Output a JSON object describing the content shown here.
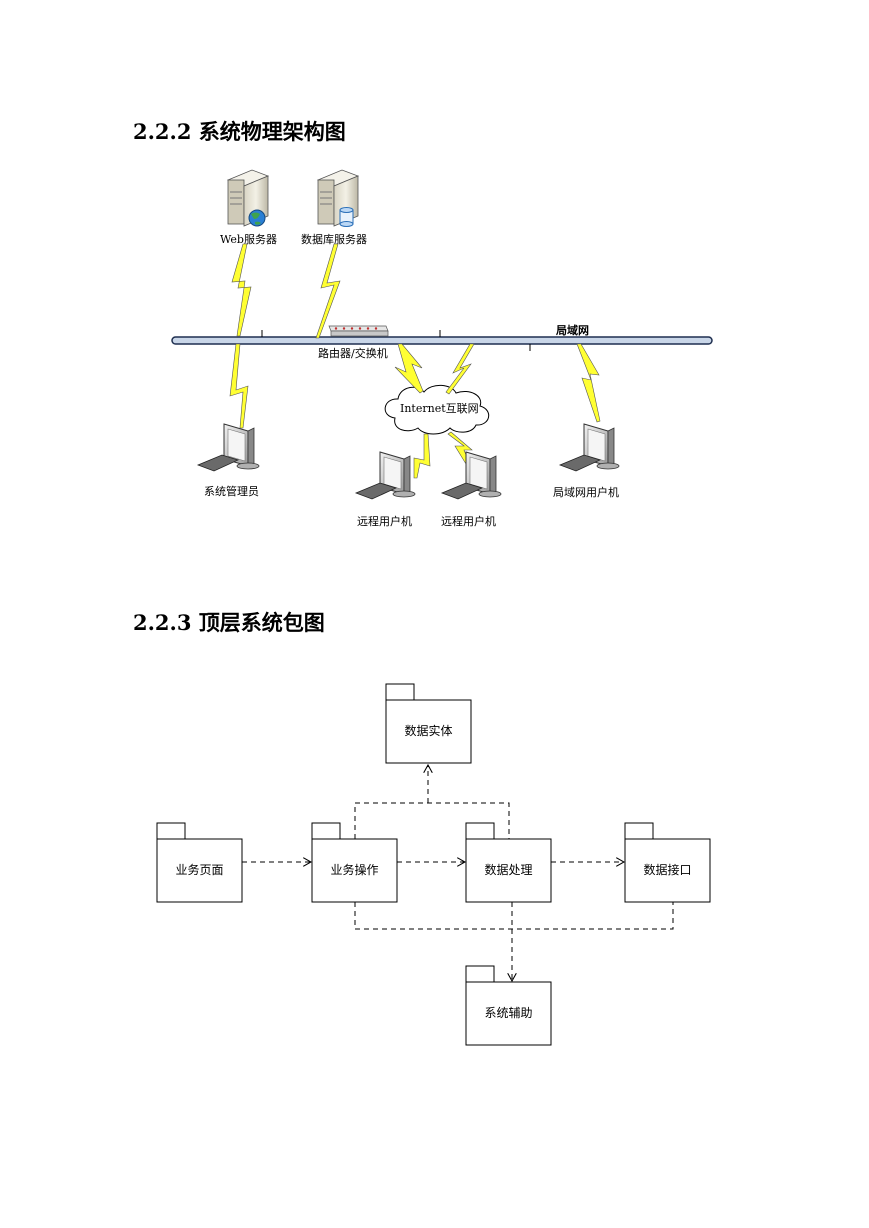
{
  "section_physical": {
    "heading": "2.2.2 系统物理架构图",
    "lan_label": "局域网",
    "nodes": {
      "web_server": "Web服务器",
      "db_server": "数据库服务器",
      "router": "路由器/交换机",
      "internet": "Internet互联网",
      "admin": "系统管理员",
      "remote1": "远程用户机",
      "remote2": "远程用户机",
      "lan_user": "局域网用户机"
    }
  },
  "section_package": {
    "heading": "2.2.3 顶层系统包图",
    "packages": {
      "data_entity": "数据实体",
      "business_page": "业务页面",
      "business_op": "业务操作",
      "data_process": "数据处理",
      "data_interface": "数据接口",
      "system_aux": "系统辅助"
    }
  },
  "colors": {
    "bolt_fill": "#ffff33",
    "bus_fill": "#c9d6e8",
    "line": "#000000"
  }
}
